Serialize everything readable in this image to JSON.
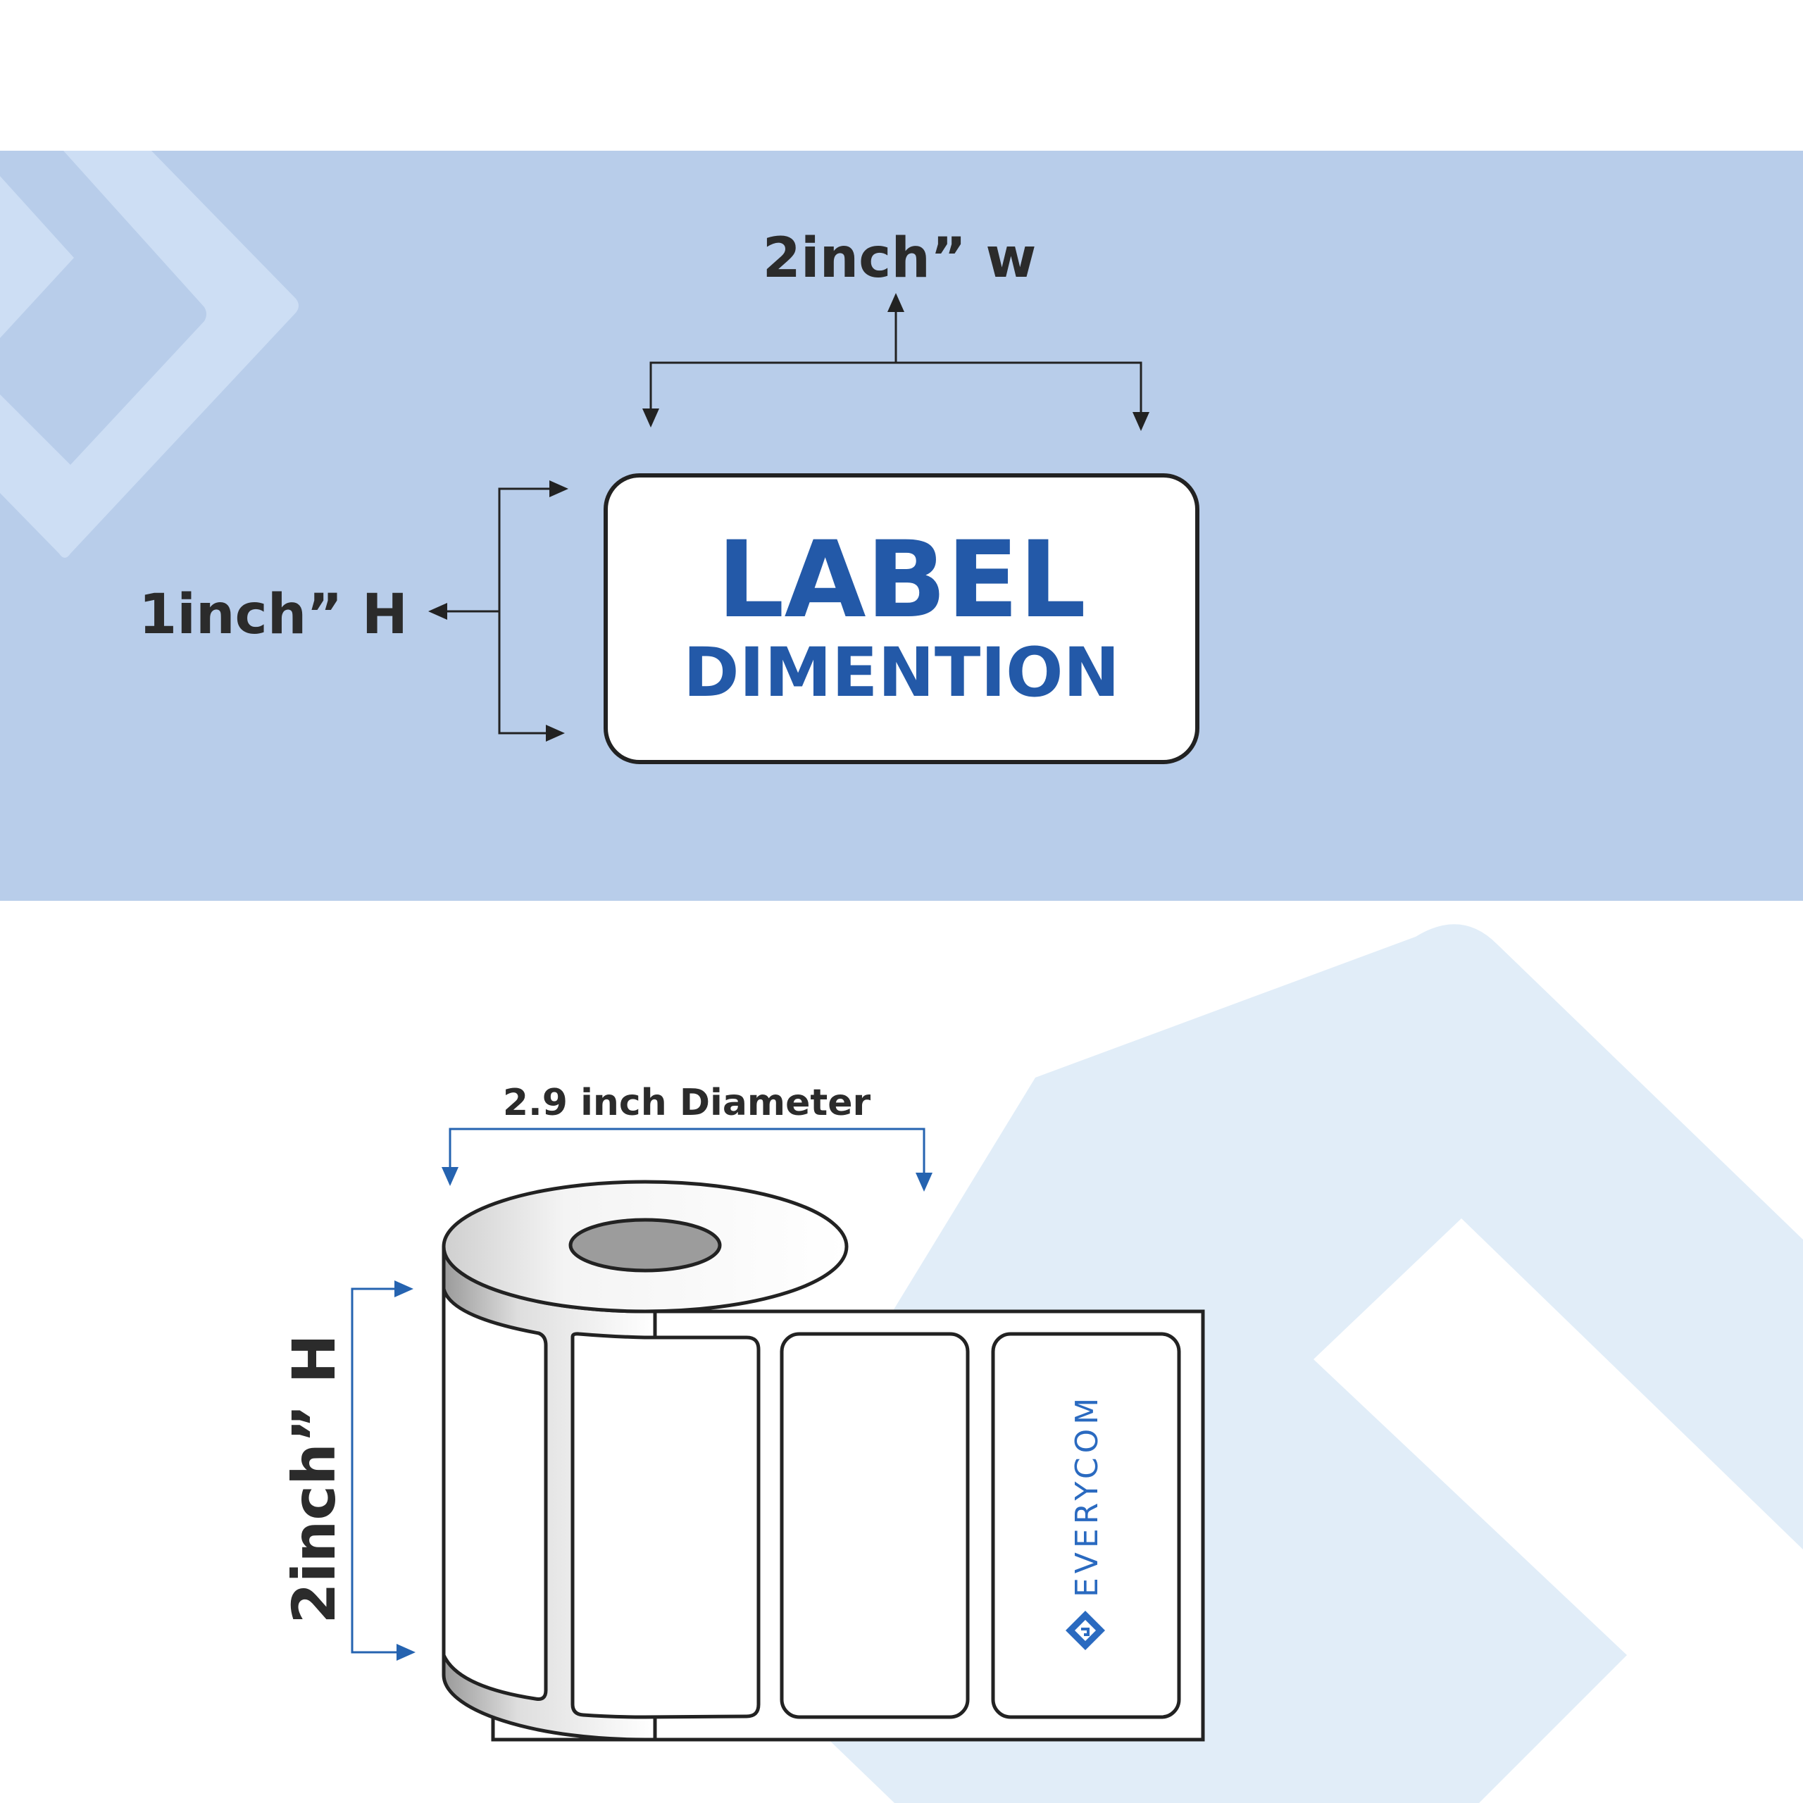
{
  "top_diagram": {
    "width_label": "2inch” w",
    "height_label": "1inch” H",
    "label_line1": "LABEL",
    "label_line2": "DIMENTION"
  },
  "roll_diagram": {
    "diameter_label": "2.9 inch Diameter",
    "height_label": "2inch” H",
    "brand_text": "EVERYCOM",
    "brand_icon": "everycom-diamond-logo"
  },
  "colors": {
    "top_band": "#b8cdea",
    "label_text": "#2359a8",
    "arrow_blue": "#2563b0",
    "pattern_light": "#e1edf8",
    "outline": "#222222"
  }
}
